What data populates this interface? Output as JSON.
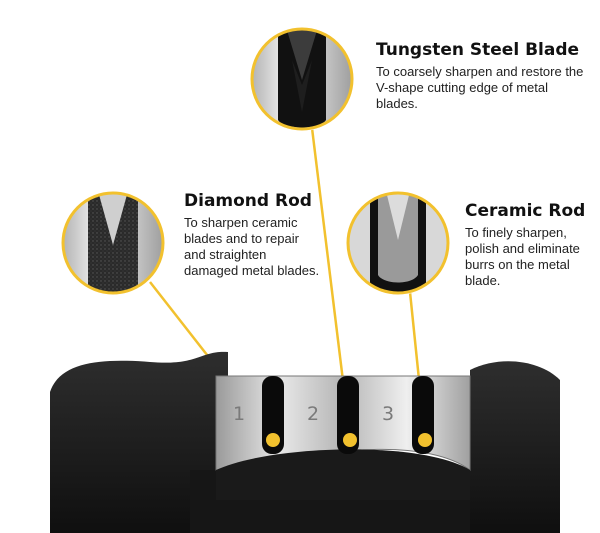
{
  "callouts": {
    "tungsten": {
      "title": "Tungsten Steel Blade",
      "description": "To coarsely sharpen and restore the V-shape cutting edge of metal blades."
    },
    "diamond": {
      "title": "Diamond Rod",
      "description": "To sharpen ceramic blades and to repair and straighten damaged metal blades."
    },
    "ceramic": {
      "title": "Ceramic Rod",
      "description": "To finely sharpen, polish and eliminate burrs on the metal blade."
    }
  },
  "slots": [
    "1",
    "2",
    "3"
  ],
  "colors": {
    "accent": "#f2c12e",
    "body": "#1c1c1c",
    "steel": "#c9c9c9",
    "diamond": "#3a3a3a",
    "ceramic": "#8a8a8a",
    "tungsten": "#222222"
  },
  "icons": [
    "tungsten-blade-zoom-icon",
    "diamond-rod-zoom-icon",
    "ceramic-rod-zoom-icon",
    "knife-sharpener-image"
  ]
}
